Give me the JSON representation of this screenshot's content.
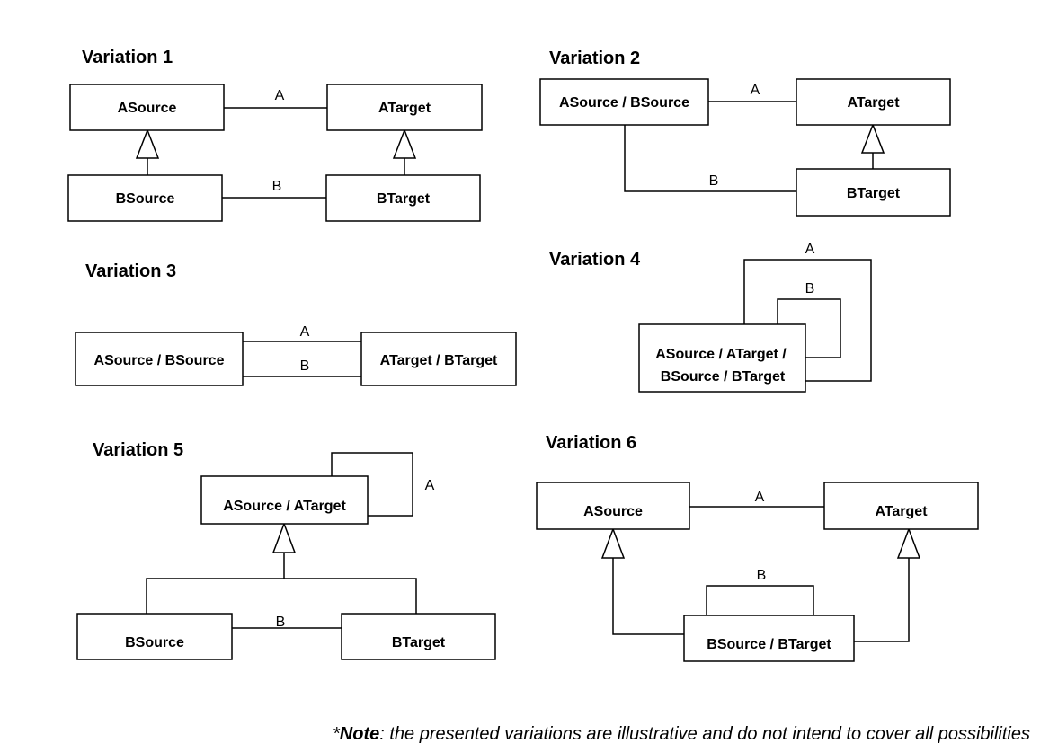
{
  "variations": [
    {
      "title": "Variation 1",
      "boxes": [
        {
          "label": "ASource"
        },
        {
          "label": "ATarget"
        },
        {
          "label": "BSource"
        },
        {
          "label": "BTarget"
        }
      ],
      "edges": [
        {
          "label": "A"
        },
        {
          "label": "B"
        }
      ]
    },
    {
      "title": "Variation 2",
      "boxes": [
        {
          "label": "ASource / BSource"
        },
        {
          "label": "ATarget"
        },
        {
          "label": "BTarget"
        }
      ],
      "edges": [
        {
          "label": "A"
        },
        {
          "label": "B"
        }
      ]
    },
    {
      "title": "Variation 3",
      "boxes": [
        {
          "label": "ASource / BSource"
        },
        {
          "label": "ATarget / BTarget"
        }
      ],
      "edges": [
        {
          "label": "A"
        },
        {
          "label": "B"
        }
      ]
    },
    {
      "title": "Variation 4",
      "boxes": [
        {
          "line1": "ASource / ATarget /",
          "line2": "BSource / BTarget"
        }
      ],
      "edges": [
        {
          "label": "A"
        },
        {
          "label": "B"
        }
      ]
    },
    {
      "title": "Variation 5",
      "boxes": [
        {
          "label": "ASource / ATarget"
        },
        {
          "label": "BSource"
        },
        {
          "label": "BTarget"
        }
      ],
      "edges": [
        {
          "label": "A"
        },
        {
          "label": "B"
        }
      ]
    },
    {
      "title": "Variation 6",
      "boxes": [
        {
          "label": "ASource"
        },
        {
          "label": "ATarget"
        },
        {
          "label": "BSource / BTarget"
        }
      ],
      "edges": [
        {
          "label": "A"
        },
        {
          "label": "B"
        }
      ]
    }
  ],
  "note": {
    "prefix": "*",
    "emphasis": "Note",
    "text": ": the presented variations are illustrative and do not intend to cover all possibilities"
  }
}
